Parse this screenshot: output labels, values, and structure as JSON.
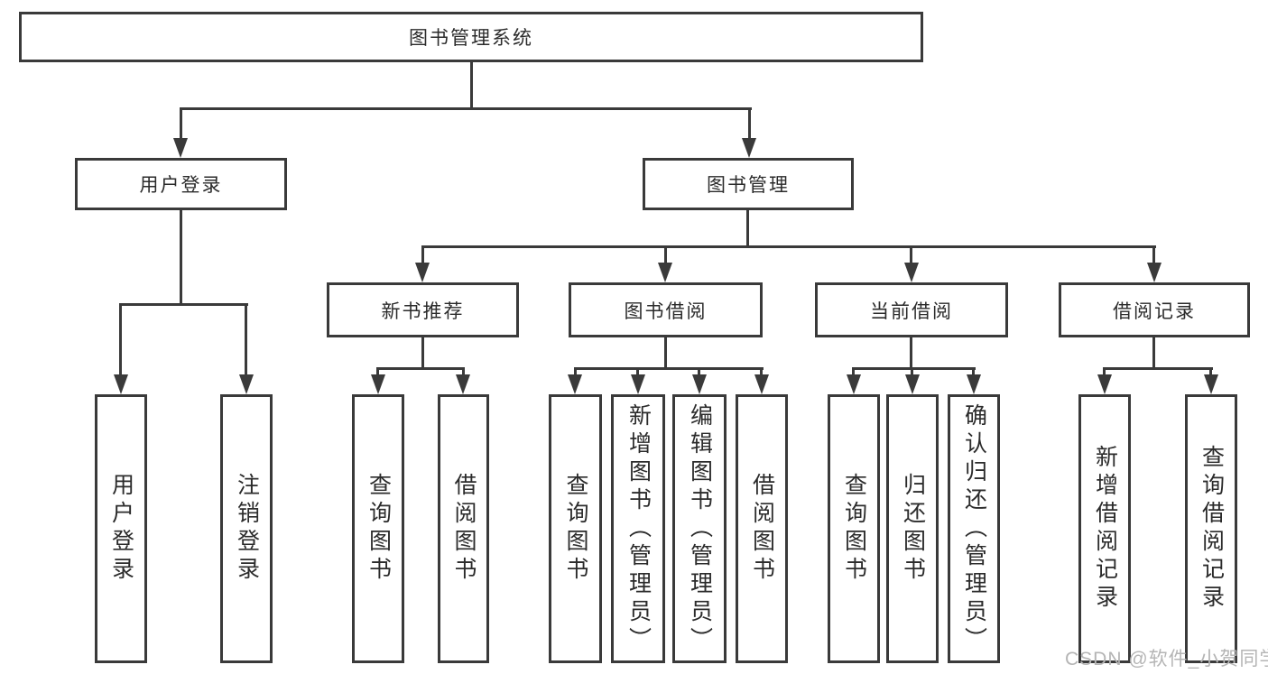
{
  "diagram": {
    "root": {
      "label": "图书管理系统"
    },
    "level2": [
      {
        "label": "用户登录",
        "children": [
          {
            "label": "用户登录"
          },
          {
            "label": "注销登录"
          }
        ]
      },
      {
        "label": "图书管理",
        "children": [
          {
            "label": "新书推荐",
            "children": [
              {
                "label": "查询图书"
              },
              {
                "label": "借阅图书"
              }
            ]
          },
          {
            "label": "图书借阅",
            "children": [
              {
                "label": "查询图书"
              },
              {
                "label": "新增图书（管理员）"
              },
              {
                "label": "编辑图书（管理员）"
              },
              {
                "label": "借阅图书"
              }
            ]
          },
          {
            "label": "当前借阅",
            "children": [
              {
                "label": "查询图书"
              },
              {
                "label": "归还图书"
              },
              {
                "label": "确认归还（管理员）"
              }
            ]
          },
          {
            "label": "借阅记录",
            "children": [
              {
                "label": "新增借阅记录"
              },
              {
                "label": "查询借阅记录"
              }
            ]
          }
        ]
      }
    ]
  },
  "watermark": {
    "text": "CSDN @软件_小贺同学"
  },
  "colors": {
    "line": "#3a3a3a",
    "text": "#2b2b2b",
    "watermark": "#b5b5b5",
    "background": "#ffffff"
  }
}
